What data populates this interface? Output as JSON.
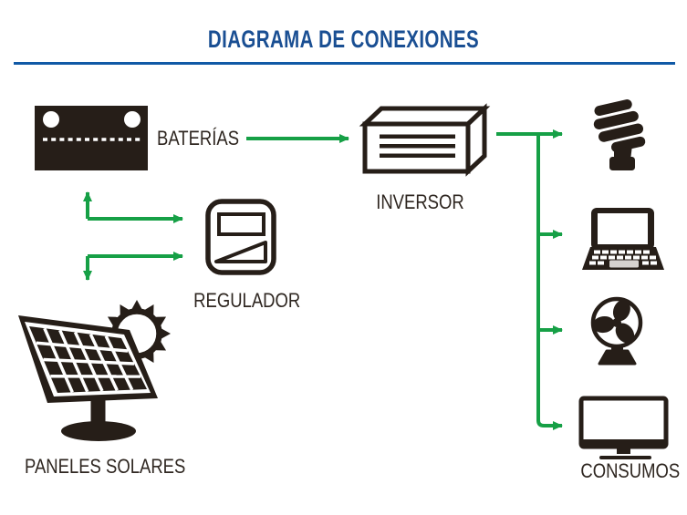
{
  "title": "DIAGRAMA DE CONEXIONES",
  "colors": {
    "title_blue": "#1a4f93",
    "rule_blue": "#1059a6",
    "arrow_green": "#16a046",
    "icon_ink": "#261e18",
    "label_ink": "#2e2620",
    "background": "#ffffff"
  },
  "nodes": {
    "batteries": {
      "label": "BATERÍAS",
      "icon": "battery-icon"
    },
    "inverter": {
      "label": "INVERSOR",
      "icon": "inverter-icon"
    },
    "regulator": {
      "label": "REGULADOR",
      "icon": "regulator-icon"
    },
    "solar_panels": {
      "label": "PANELES SOLARES",
      "icon": "solar-panel-with-sun-icon"
    },
    "loads": {
      "label": "CONSUMOS",
      "icons": [
        "cfl-bulb-icon",
        "laptop-icon",
        "fan-icon",
        "tv-icon"
      ]
    }
  },
  "connections": [
    {
      "from": "solar_panels",
      "to": "regulator"
    },
    {
      "from": "regulator",
      "to": "batteries"
    },
    {
      "from": "batteries",
      "to": "inverter"
    },
    {
      "from": "inverter",
      "to": "loads_bulb"
    },
    {
      "from": "inverter",
      "to": "loads_laptop"
    },
    {
      "from": "inverter",
      "to": "loads_fan"
    },
    {
      "from": "inverter",
      "to": "loads_tv"
    }
  ]
}
